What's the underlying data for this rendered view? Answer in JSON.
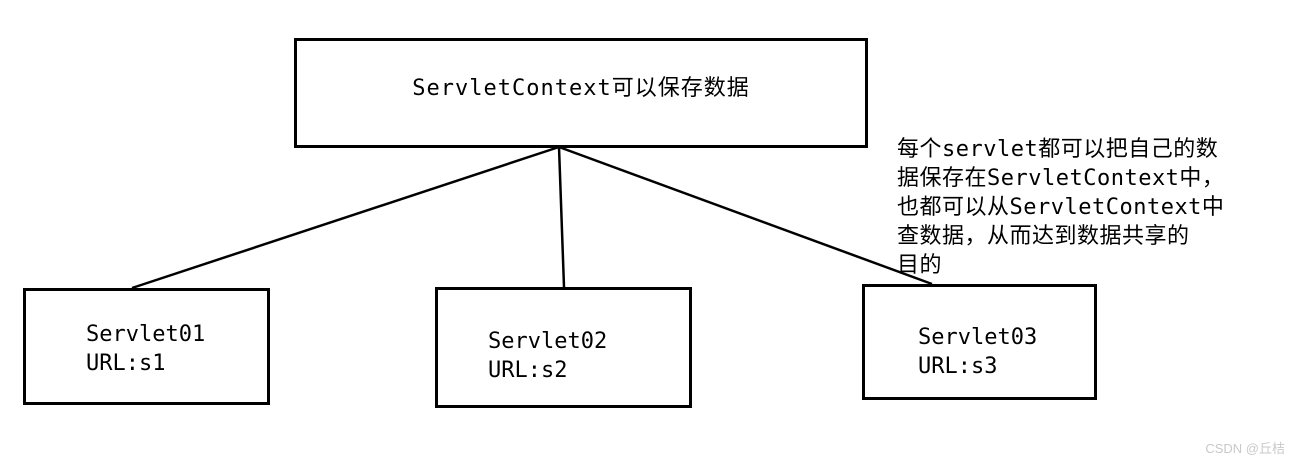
{
  "diagram": {
    "top_box": {
      "label": "ServletContext可以保存数据"
    },
    "servlets": [
      {
        "title": "Servlet01",
        "url": "URL:s1"
      },
      {
        "title": "Servlet02",
        "url": "URL:s2"
      },
      {
        "title": "Servlet03",
        "url": "URL:s3"
      }
    ],
    "side_note_lines": [
      "每个servlet都可以把自己的数",
      "据保存在ServletContext中，",
      "也都可以从ServletContext中",
      "查数据，从而达到数据共享的",
      "目的"
    ],
    "colors": {
      "background": "#ffffff",
      "line": "#000000",
      "watermark": "#c9c9c9"
    }
  },
  "watermark": {
    "text": "CSDN @丘桔"
  }
}
